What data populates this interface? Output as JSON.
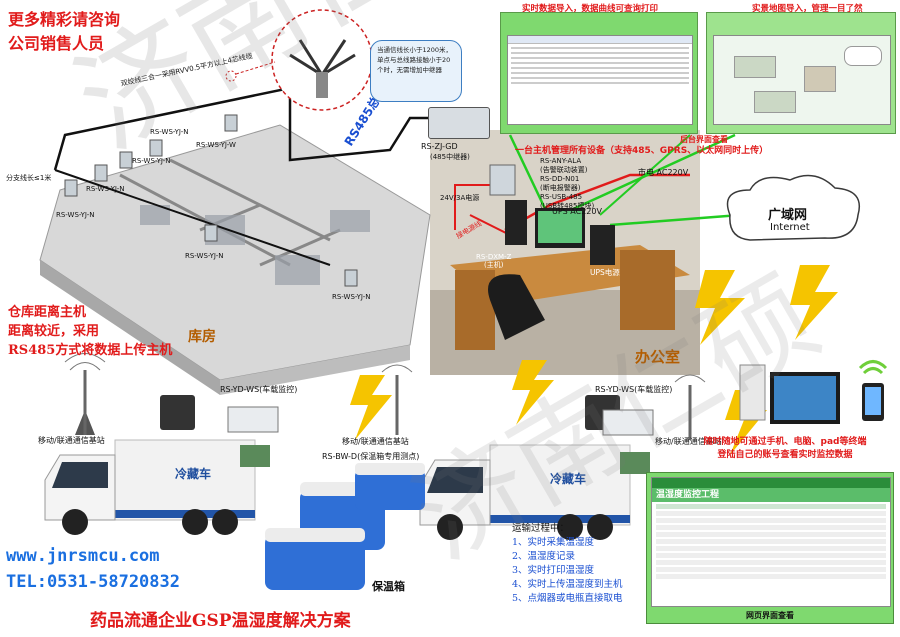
{
  "header": {
    "line1": "更多精彩请咨询",
    "line2": "公司销售人员"
  },
  "warehouse": {
    "bus_label": "RS485总线",
    "cable_note": "双绞线三合一采用RVV0.5平方以上4芯线缆",
    "branch_note": "分支线长≤1米",
    "sensors": [
      "RS-WS-YJ-N",
      "RS-WS-YJ-N",
      "RS-WS-YJ-N",
      "RS-WS-YJ-N",
      "RS-WS-YJ-W",
      "RS-WS-YJ-N",
      "RS-WS-YJ-N"
    ],
    "room_label": "库房",
    "desc": [
      "仓库距离主机",
      "距离较近，采用",
      "RS485方式将数据上传主机"
    ]
  },
  "bubble": {
    "text": "当通信线长小于1200米，单点与总线路接触小于20个时，无需增加中继器"
  },
  "repeater": {
    "model": "RS-ZJ-GD",
    "sub": "(485中继器)"
  },
  "screens": {
    "left_title": "实时数据导入，数据曲线可查询打印",
    "right_title": "实景地图导入，管理一目了然",
    "backend": "后台界面查看"
  },
  "office": {
    "host_note": "一台主机管理所有设备（支持485、GPRS、以太网同时上传）",
    "devices": [
      {
        "model": "RS-ANY-ALA",
        "sub": "(告警联动装置)"
      },
      {
        "model": "RS-DD-N01",
        "sub": "(断电报警器)"
      },
      {
        "model": "RS-USB-485",
        "sub": "(USB转485模块)"
      }
    ],
    "ups": "UPS AC220V",
    "mains": "市电 AC220V",
    "psu": "24V/3A电源",
    "ups2": "UPS电源",
    "host_model": "RS-DXM-Z",
    "host_sub": "(主机)",
    "line_label": "接电源线",
    "room_label": "办公室"
  },
  "internet": {
    "cn": "广域网",
    "en": "Internet"
  },
  "vehicles": {
    "tower": "移动/联通通信基站",
    "tower2": "移动/联通通信基站",
    "tower3": "移动/联通通信基站",
    "sensor_left": "RS-YD-WS(车载监控)",
    "sensor_right": "RS-YD-WS(车载监控)",
    "truck_text": "冷藏车",
    "box_sensor": "RS-BW-D(保温箱专用测点)",
    "box_label": "保温箱"
  },
  "transport": {
    "title": "运输过程中：",
    "items": [
      "1、实时采集温湿度",
      "2、温湿度记录",
      "3、实时打印温湿度",
      "4、实时上传温湿度到主机",
      "5、点烟器或电瓶直接取电"
    ]
  },
  "terminal": {
    "desc": [
      "随时随地可通过手机、电脑、pad等终端",
      "登陆自己的账号查看实时监控数据"
    ],
    "web_title": "温湿度监控工程",
    "web_caption": "网页界面查看"
  },
  "footer": {
    "url": "www.jnrsmcu.com",
    "tel": "TEL:0531-58720832",
    "title": "药品流通企业GSP温湿度解决方案"
  },
  "watermark": "济南仁硕",
  "colors": {
    "red": "#e11b1b",
    "blue": "#1a4fd1",
    "screen_green": "#7fd96f",
    "truck_blue": "#1f4e9e",
    "cooler_blue": "#2f6fd6"
  }
}
